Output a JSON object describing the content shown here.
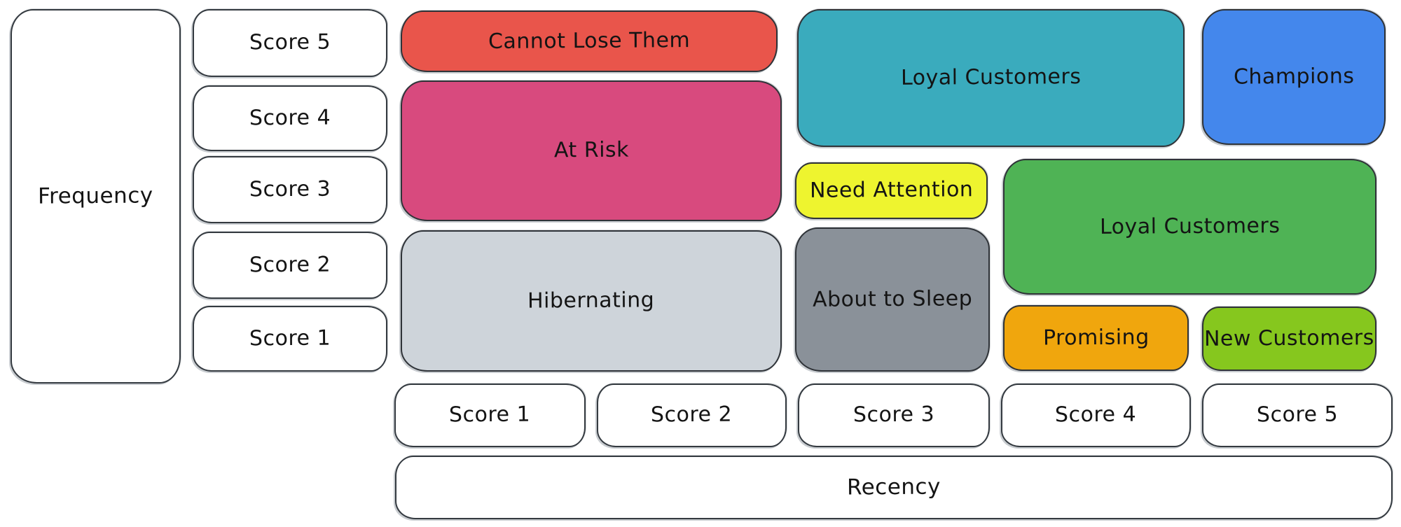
{
  "axes": {
    "frequency": {
      "label": "Frequency",
      "scores": [
        "Score 5",
        "Score 4",
        "Score 3",
        "Score 2",
        "Score 1"
      ]
    },
    "recency": {
      "label": "Recency",
      "scores": [
        "Score 1",
        "Score 2",
        "Score 3",
        "Score 4",
        "Score 5"
      ]
    }
  },
  "segments": [
    {
      "id": "cannot-lose-them",
      "label": "Cannot Lose Them",
      "color": "#e9554b",
      "frequency_scores": [
        5
      ],
      "recency_scores": [
        1,
        2
      ]
    },
    {
      "id": "at-risk",
      "label": "At Risk",
      "color": "#d84a7e",
      "frequency_scores": [
        3,
        4
      ],
      "recency_scores": [
        1,
        2
      ]
    },
    {
      "id": "hibernating",
      "label": "Hibernating",
      "color": "#ced4da",
      "frequency_scores": [
        1,
        2
      ],
      "recency_scores": [
        1,
        2
      ]
    },
    {
      "id": "loyal-customers-high-frequency",
      "label": "Loyal Customers",
      "color": "#3aabbd",
      "frequency_scores": [
        4,
        5
      ],
      "recency_scores": [
        3,
        4
      ]
    },
    {
      "id": "champions",
      "label": "Champions",
      "color": "#4487ec",
      "frequency_scores": [
        4,
        5
      ],
      "recency_scores": [
        5
      ]
    },
    {
      "id": "need-attention",
      "label": "Need Attention",
      "color": "#eef42f",
      "frequency_scores": [
        3
      ],
      "recency_scores": [
        3
      ]
    },
    {
      "id": "about-to-sleep",
      "label": "About to Sleep",
      "color": "#8a9199",
      "frequency_scores": [
        1,
        2
      ],
      "recency_scores": [
        3
      ]
    },
    {
      "id": "loyal-customers-mid-frequency",
      "label": "Loyal Customers",
      "color": "#4fb355",
      "frequency_scores": [
        2,
        3
      ],
      "recency_scores": [
        4,
        5
      ]
    },
    {
      "id": "promising",
      "label": "Promising",
      "color": "#f0a60d",
      "frequency_scores": [
        1
      ],
      "recency_scores": [
        4
      ]
    },
    {
      "id": "new-customers",
      "label": "New Customers",
      "color": "#86c71e",
      "frequency_scores": [
        1
      ],
      "recency_scores": [
        5
      ]
    }
  ],
  "styles": {
    "stroke": "#343a40",
    "text_color": "#141414",
    "background": "#ffffff"
  }
}
